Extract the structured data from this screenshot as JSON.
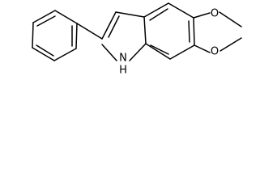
{
  "structure": {
    "atoms": {
      "O1": "O",
      "O2": "O",
      "N": "N",
      "H": "H"
    },
    "colors": {
      "bond": "#000000",
      "background": "#ffffff"
    }
  }
}
